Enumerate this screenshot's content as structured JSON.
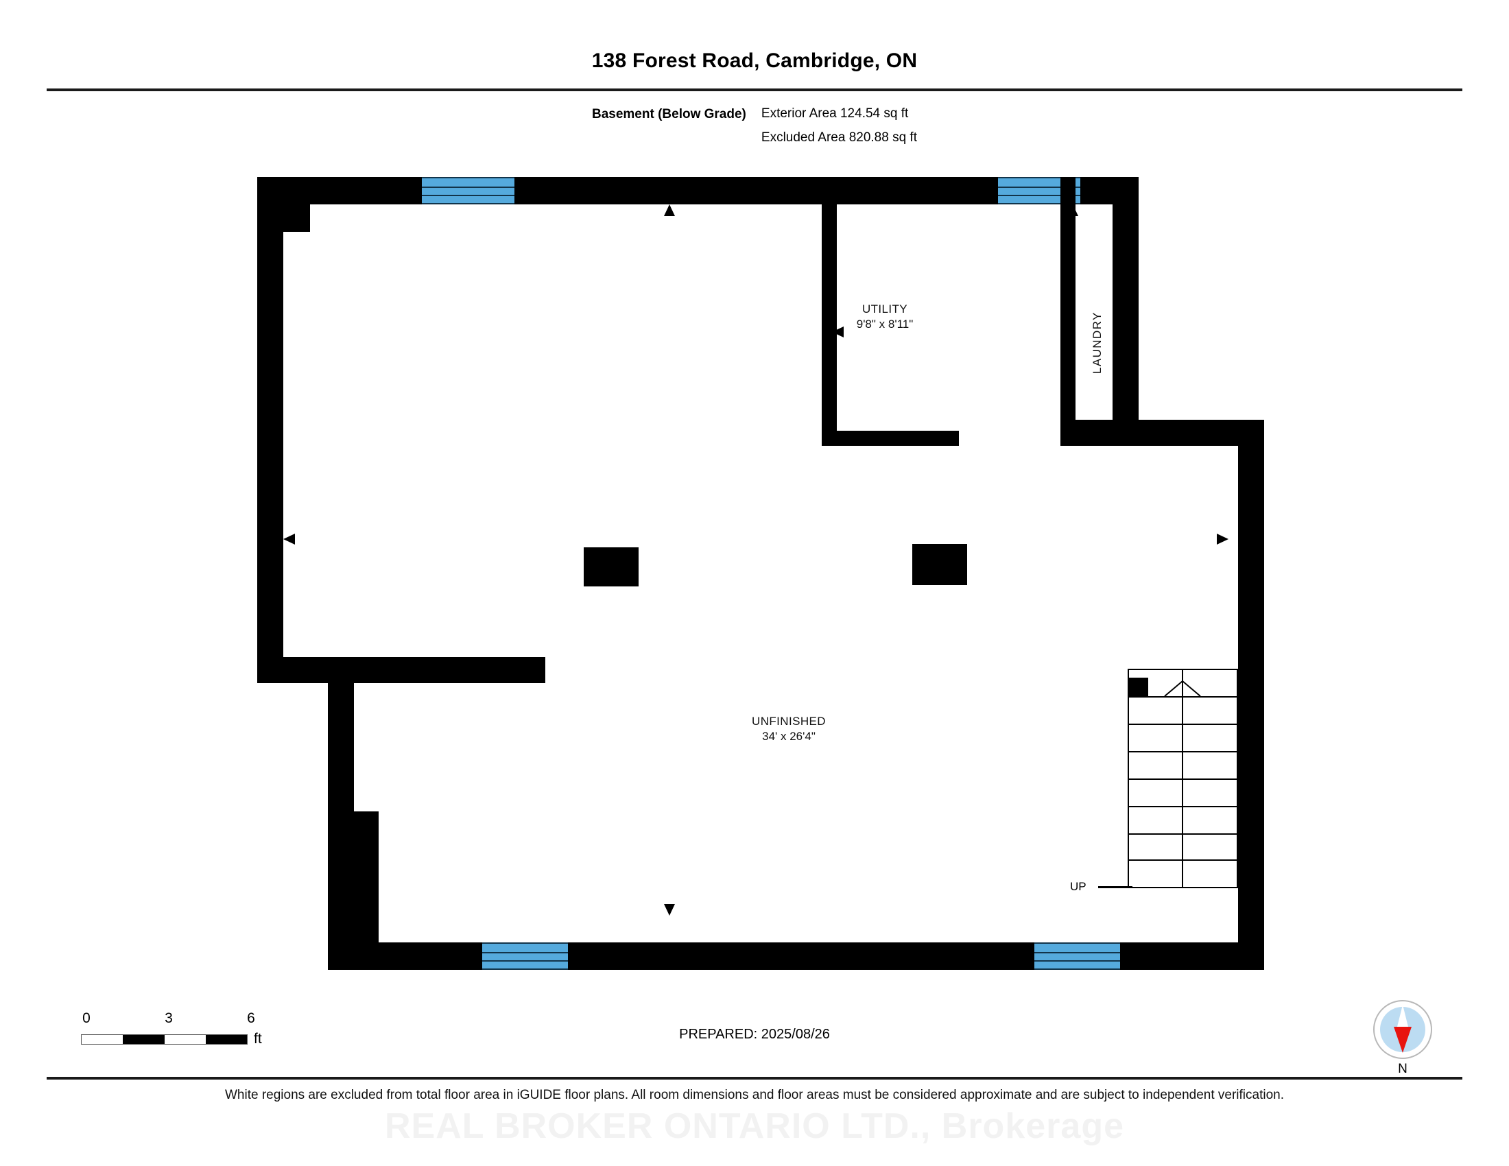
{
  "header": {
    "title": "138 Forest Road, Cambridge, ON",
    "level_name": "Basement (Below Grade)",
    "area_lines": [
      "Exterior Area 124.54 sq ft",
      "Excluded Area 820.88 sq ft"
    ]
  },
  "plan": {
    "rooms": [
      {
        "name": "UTILITY",
        "dimensions": "9'8\" x 8'11\""
      },
      {
        "name": "UNFINISHED",
        "dimensions": "34' x 26'4\""
      }
    ],
    "vertical_labels": [
      {
        "name": "LAUNDRY"
      }
    ],
    "stairs": {
      "direction_label": "UP"
    },
    "colors": {
      "wall": "#000000",
      "window": "#55aadd",
      "window_mullion": "#12344a",
      "background": "#ffffff"
    }
  },
  "footer": {
    "scale": {
      "ticks": [
        "0",
        "3",
        "6"
      ],
      "unit": "ft"
    },
    "prepared": "PREPARED: 2025/08/26",
    "compass_label": "N",
    "disclaimer": "White regions are excluded from total floor area in iGUIDE floor plans. All room dimensions and floor areas must be considered approximate and are subject to independent verification.",
    "watermark": "REAL BROKER ONTARIO LTD., Brokerage"
  }
}
